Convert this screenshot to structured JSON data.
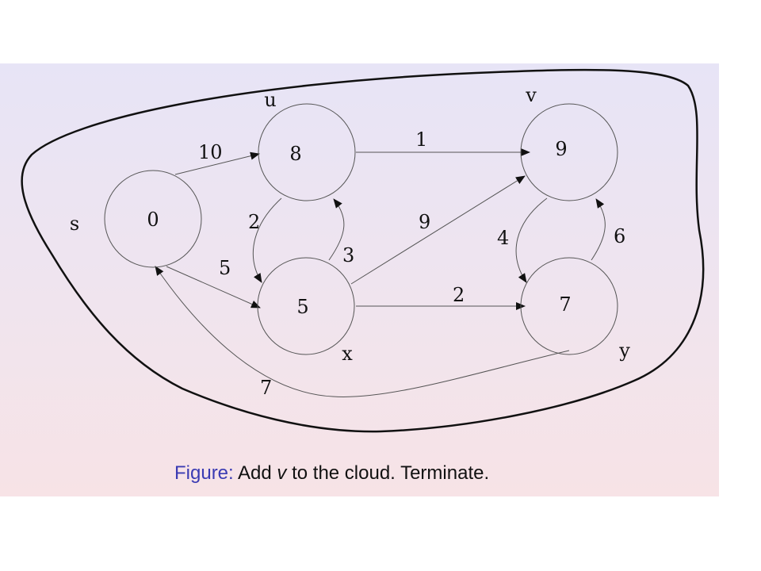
{
  "caption": {
    "label": "Figure:",
    "text_before": "Add",
    "variable": "v",
    "text_after": "to the cloud. Terminate."
  },
  "graph": {
    "nodes": [
      {
        "id": "s",
        "name": "s",
        "value": "0"
      },
      {
        "id": "u",
        "name": "u",
        "value": "8"
      },
      {
        "id": "v",
        "name": "v",
        "value": "9"
      },
      {
        "id": "x",
        "name": "x",
        "value": "5"
      },
      {
        "id": "y",
        "name": "y",
        "value": "7"
      }
    ],
    "edges": [
      {
        "from": "s",
        "to": "u",
        "weight": "10"
      },
      {
        "from": "s",
        "to": "x",
        "weight": "5"
      },
      {
        "from": "u",
        "to": "v",
        "weight": "1"
      },
      {
        "from": "u",
        "to": "x",
        "weight": "2"
      },
      {
        "from": "x",
        "to": "u",
        "weight": "3"
      },
      {
        "from": "x",
        "to": "v",
        "weight": "9"
      },
      {
        "from": "x",
        "to": "y",
        "weight": "2"
      },
      {
        "from": "v",
        "to": "y",
        "weight": "4"
      },
      {
        "from": "y",
        "to": "v",
        "weight": "6"
      },
      {
        "from": "y",
        "to": "s",
        "weight": "7"
      }
    ]
  }
}
